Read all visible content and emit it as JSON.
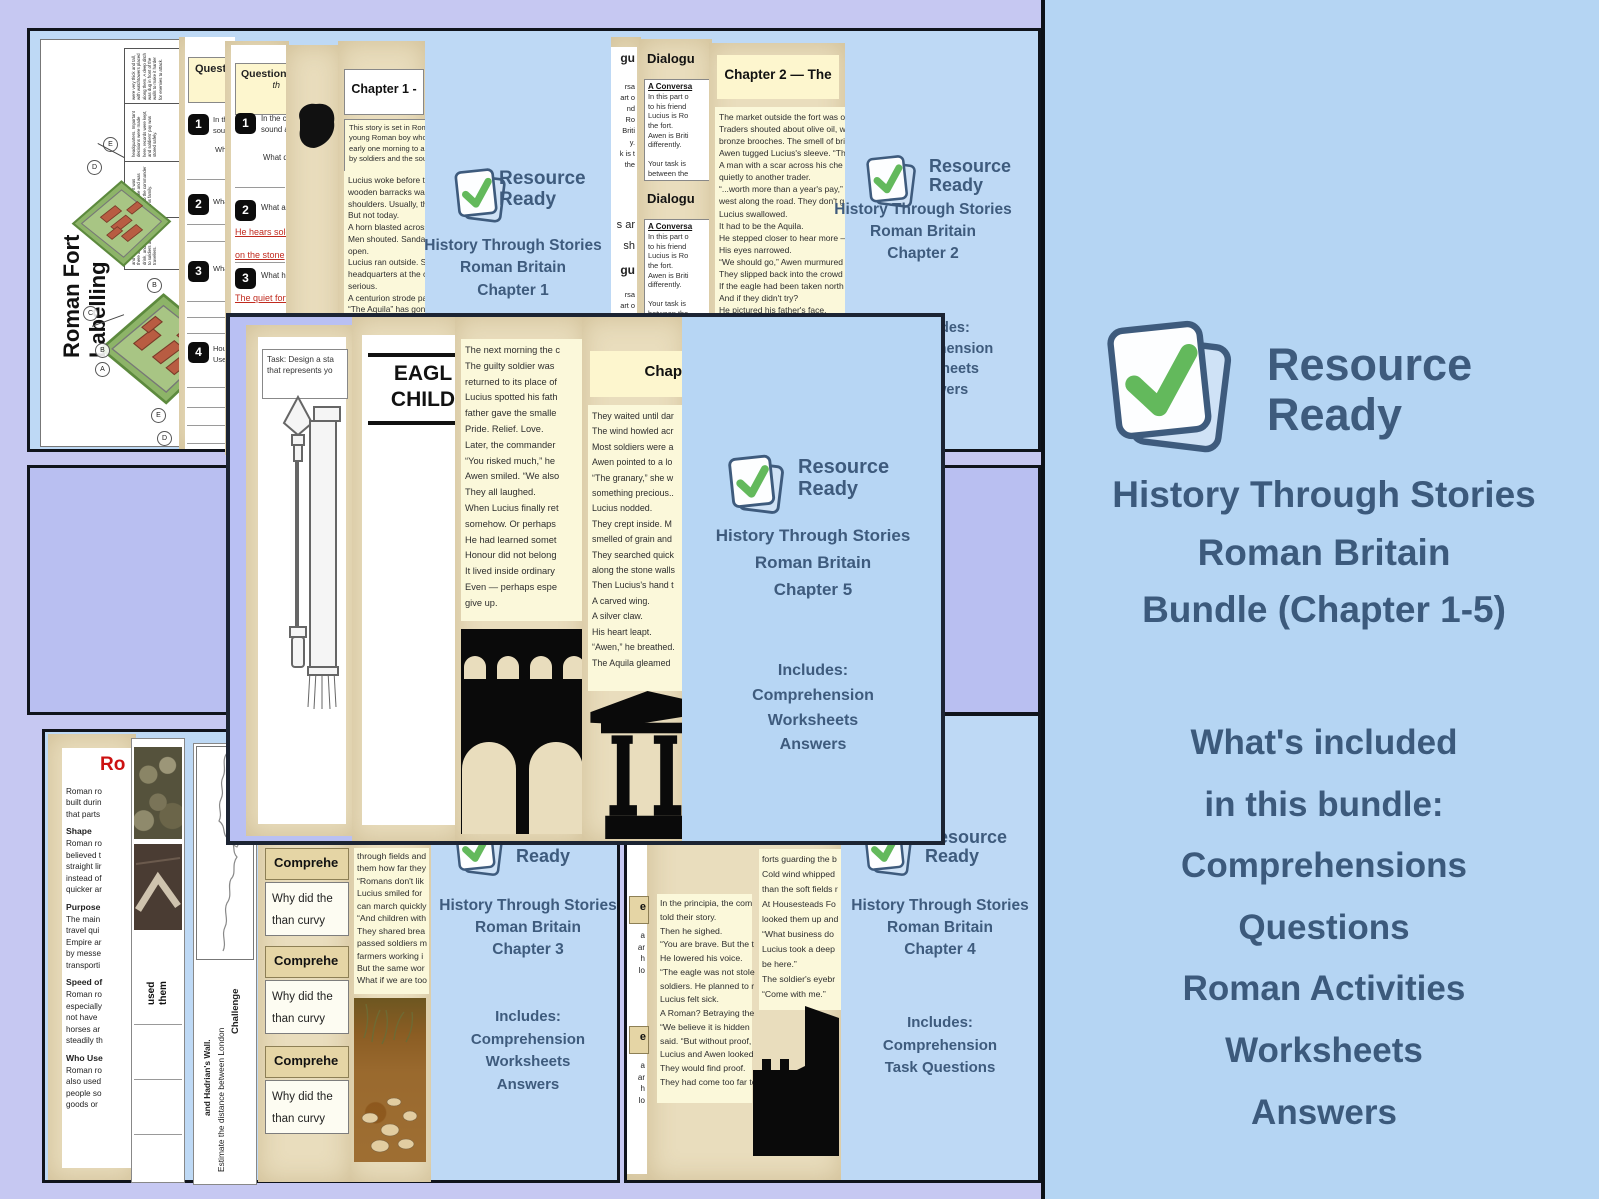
{
  "colors": {
    "page_bg": "#c6c8f2",
    "block_bg": "#bed9f5",
    "overlay_bg": "#b9c0f3",
    "parchment": "#e9ddbd",
    "pale_yellow": "#fbf8da",
    "accent_text": "#3e5b7d",
    "check_green": "#63b95c",
    "red_answer": "#c02a1e"
  },
  "brand": {
    "line1": "Resource",
    "line2": "Ready"
  },
  "right_panel": {
    "title": {
      "l1": "History Through Stories",
      "l2": "Roman Britain",
      "l3": "Bundle (Chapter 1-5)"
    },
    "included": {
      "h1": "What's included",
      "h2": "in this bundle:",
      "items": [
        "Comprehensions",
        "Questions",
        "Roman Activities",
        "Worksheets",
        "Answers"
      ]
    }
  },
  "cards": {
    "ch1": {
      "series": "History Through Stories",
      "region": "Roman Britain",
      "chapter": "Chapter 1"
    },
    "ch2": {
      "series": "History Through Stories",
      "region": "Roman Britain",
      "chapter": "Chapter 2",
      "includes": "Includes:",
      "items": [
        "Comprehension",
        "Worksheets",
        "Answers"
      ]
    },
    "ch3": {
      "series": "History Through Stories",
      "region": "Roman Britain",
      "chapter": "Chapter 3",
      "includes": "Includes:",
      "items": [
        "Comprehension",
        "Worksheets",
        "Answers"
      ]
    },
    "ch4": {
      "series": "History Through Stories",
      "region": "Roman Britain",
      "chapter": "Chapter 4",
      "includes": "Includes:",
      "items": [
        "Comprehension",
        "Task Questions"
      ]
    },
    "ch5": {
      "series": "History Through Stories",
      "region": "Roman Britain",
      "chapter": "Chapter 5",
      "includes": "Includes:",
      "items": [
        "Comprehension",
        "Worksheets",
        "Answers"
      ]
    }
  },
  "fort_sheet": {
    "title": "Roman Fort Labelling",
    "cells": [
      "were very thick and tall, with watchtowers placed along them. A deep ditch was dug in front of the walls to make it harder for enemies to attack.",
      "headquarters. Important decisions were made here, records were kept, and soldiers' pay was stored safely.",
      "praetorium. It was comfortable and was home to the commander and his family.",
      "and innkeepers lived there and sold food, drink, and other goods to soldiers and travellers."
    ],
    "labels": [
      "E",
      "D",
      "C",
      "B",
      "A",
      "B",
      "E",
      "D"
    ]
  },
  "questions1": {
    "header": "Questi",
    "n1": "1",
    "t1": "In th\nsoun",
    "t1b": "Wha",
    "n2": "2",
    "t2": "Wha",
    "n3": "3",
    "t3": "Wha",
    "n4": "4",
    "t4": "Hou\nUse"
  },
  "questions2": {
    "header": "Question:",
    "header2": "th",
    "n1": "1",
    "t1": "In the ch\nsound ar",
    "t1b": "What do",
    "n2": "2",
    "t2": "What are",
    "a2": "He hears sold\n\non the stone",
    "n3": "3",
    "t3": "What ha",
    "a3": "The quiet fort\n\nget ready, peo"
  },
  "chapter1_page": {
    "header": "Chapter 1 -",
    "intro": "This story is set in Rom\nyoung Roman boy who\nearly one morning to a\nby soldiers and the sou",
    "body": "Lucius woke before the\nwooden barracks was c\nshoulders. Usually, the f\nBut not today.\nA horn blasted across t\nMen shouted. Sandals s\nopen.\nLucius ran outside. Sold\nheadquarters at the cen\nserious.\nA centurion strode past\n“The Aquila” has gone!”\nLucius's stomach flippe"
  },
  "dialogue_sheet": {
    "header": "Dialogu",
    "box_title": "A Conversa",
    "box_body": "In this part o\nto his friend\nLucius is Ro\nthe fort.\nAwen is Briti\ndifferently.\n\nYour task is\nbetween the"
  },
  "dialogue_strip": {
    "f1": "gu",
    "f2": "rsa\nart o\nnd\nRo\nBriti\ny.\nk is t\nthe",
    "f3": "s ar\nsh",
    "f4": "gu",
    "f5": "rsa\nart o\nnd"
  },
  "chapter2_page": {
    "header": "Chapter 2 — The",
    "body": "The market outside the fort was o\nTraders shouted about olive oil, w\nbronze brooches. The smell of bri\nAwen tugged Lucius's sleeve. “Th\nA man with a scar across his che\nquietly to another trader.\n“...worth more than a year's pay,”\nwest along the road. They don't g\nLucius swallowed.\nIt had to be the Aquila.\nHe stepped closer to hear more —\nHis eyes narrowed.\n“We should go,” Awen murmured\nThey slipped back into the crowd\nIf the eagle had been taken north\nAnd if they didn't try?\nHe pictured his father's face."
  },
  "overlay": {
    "task_sheet": {
      "text": "Task: Design a sta\nthat represents yo"
    },
    "eagle_sheet": {
      "l1": "EAGL",
      "l2": "CHILD"
    },
    "story_c": "The next morning the c\nThe guilty soldier was\nreturned to its place of\nLucius spotted his fath\nfather gave the smalle\nPride. Relief. Love.\nLater, the commander\n“You risked much,” he\nAwen smiled. “We also\nThey all laughed.\nWhen Lucius finally ret\nsomehow. Or perhaps\nHe had learned somet\nHonour did not belong\nIt lived inside ordinary\nEven — perhaps espe\ngive up.",
    "story_d_header": "Chap",
    "story_d": "They waited until dar\nThe wind howled acr\nMost soldiers were a\nAwen pointed to a lo\n“The granary,” she w\nsomething precious..\nLucius nodded.\nThey crept inside. M\nsmelled of grain and\nThey searched quick\nalong the stone walls\nThen Lucius's hand t\nA carved wing.\nA silver claw.\nHis heart leapt.\n“Awen,” he breathed.\nThe Aquila gleamed"
  },
  "roads_sheet": {
    "title": "Ro",
    "sections": [
      {
        "h": "",
        "t": "Roman ro\nbuilt durin\nthat parts"
      },
      {
        "h": "Shape",
        "t": "Roman ro\nbelieved t\nstraight lir\ninstead of\nquicker ar"
      },
      {
        "h": "Purpose",
        "t": "The main\ntravel qui\nEmpire ar\nby messe\ntransporti"
      },
      {
        "h": "Speed of",
        "t": "Roman ro\nespecially\nnot have\nhorses ar\nsteadily th"
      },
      {
        "h": "Who Use",
        "t": "Roman ro\nalso used\npeople so\ngoods or"
      }
    ]
  },
  "photos_sheet": {
    "rotated": "used\nthem"
  },
  "map_sheet": {
    "l1": "and Hadrian's Wall.",
    "l2": "Estimate the distance between London",
    "l3": "Challenge"
  },
  "comprehension": {
    "header": "Comprehe",
    "question": "Why did the\nthan curvy"
  },
  "chapter3_page": {
    "body": "through fields and\nthem how far they\n“Romans don't lik\nLucius smiled for\ncan march quickly\n“And children with\nThey shared brea\npassed soldiers m\nfarmers working i\nBut the same wor\nWhat if we are too"
  },
  "chapter4_page": {
    "col1": "In the principia, the com\ntold their story.\nThen he sighed.\n“You are brave. But the t\nHe lowered his voice.\n“The eagle was not stole\nsoldiers. He planned to r\nLucius felt sick.\nA Roman? Betraying the\n“We believe it is hidden\nsaid. “But without proof,\nLucius and Awen looked\nThey would find proof.\nThey had come too far to",
    "col2": "forts guarding the b\nCold wind whipped\nthan the soft fields r\nAt Housesteads Fo\nlooked them up and\n“What business do\nLucius took a deep\nbe here.”\nThe soldier's eyebr\n“Come with me.”"
  },
  "strip_fragments": {
    "f1": "e",
    "f2": "a\nar\nh\nlo",
    "f3": "e",
    "f4": "a\nar\nh\nlo"
  }
}
